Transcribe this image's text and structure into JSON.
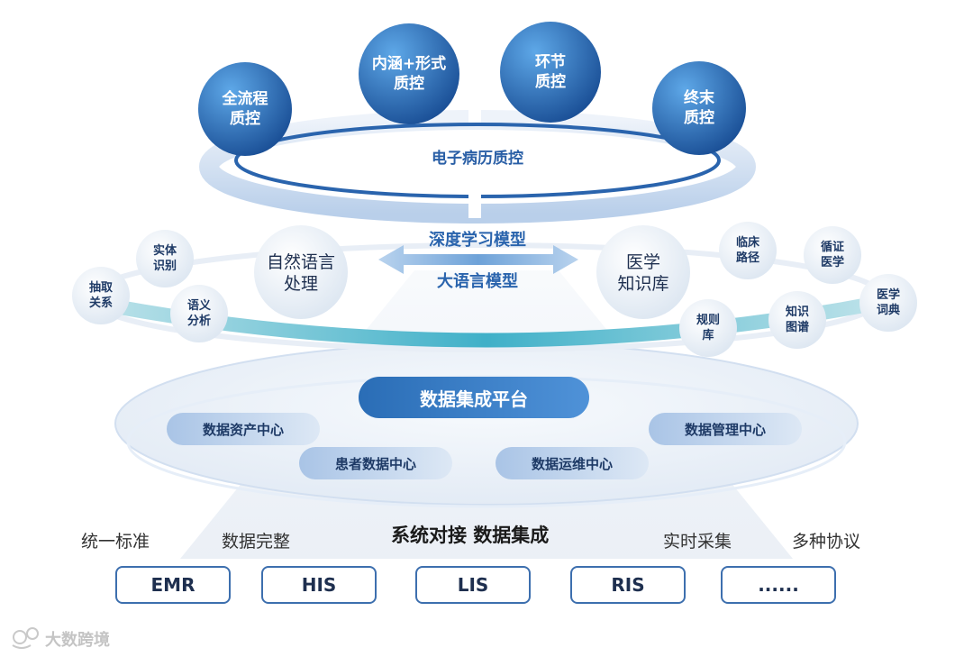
{
  "top": {
    "ring_label": "电子病历质控",
    "circles": [
      {
        "label": "全流程\n质控"
      },
      {
        "label": "内涵+形式\n质控"
      },
      {
        "label": "环节\n质控"
      },
      {
        "label": "终末\n质控"
      }
    ]
  },
  "middle": {
    "model_1": "深度学习模型",
    "model_2": "大语言模型",
    "nlp_label": "自然语言\n处理",
    "kb_label": "医学\n知识库",
    "left_nodes": [
      "实体\n识别",
      "抽取\n关系",
      "语义\n分析"
    ],
    "right_nodes": [
      "临床\n路径",
      "循证\n医学",
      "医学\n词典",
      "知识\n图谱",
      "规则\n库"
    ]
  },
  "platform": {
    "title": "数据集成平台",
    "centers": [
      "数据资产中心",
      "患者数据中心",
      "数据运维中心",
      "数据管理中心"
    ]
  },
  "bottom": {
    "headline": "系统对接 数据集成",
    "left_terms": [
      "统一标准",
      "数据完整"
    ],
    "right_terms": [
      "实时采集",
      "多种协议"
    ],
    "systems": [
      "EMR",
      "HIS",
      "LIS",
      "RIS",
      "......"
    ]
  },
  "watermark": "大数跨境",
  "colors": {
    "primary_blue": "#1f5fa6",
    "light_blue": "#6fa3dc",
    "teal": "#4fb3c9",
    "text_dark": "#1e2f4f"
  }
}
